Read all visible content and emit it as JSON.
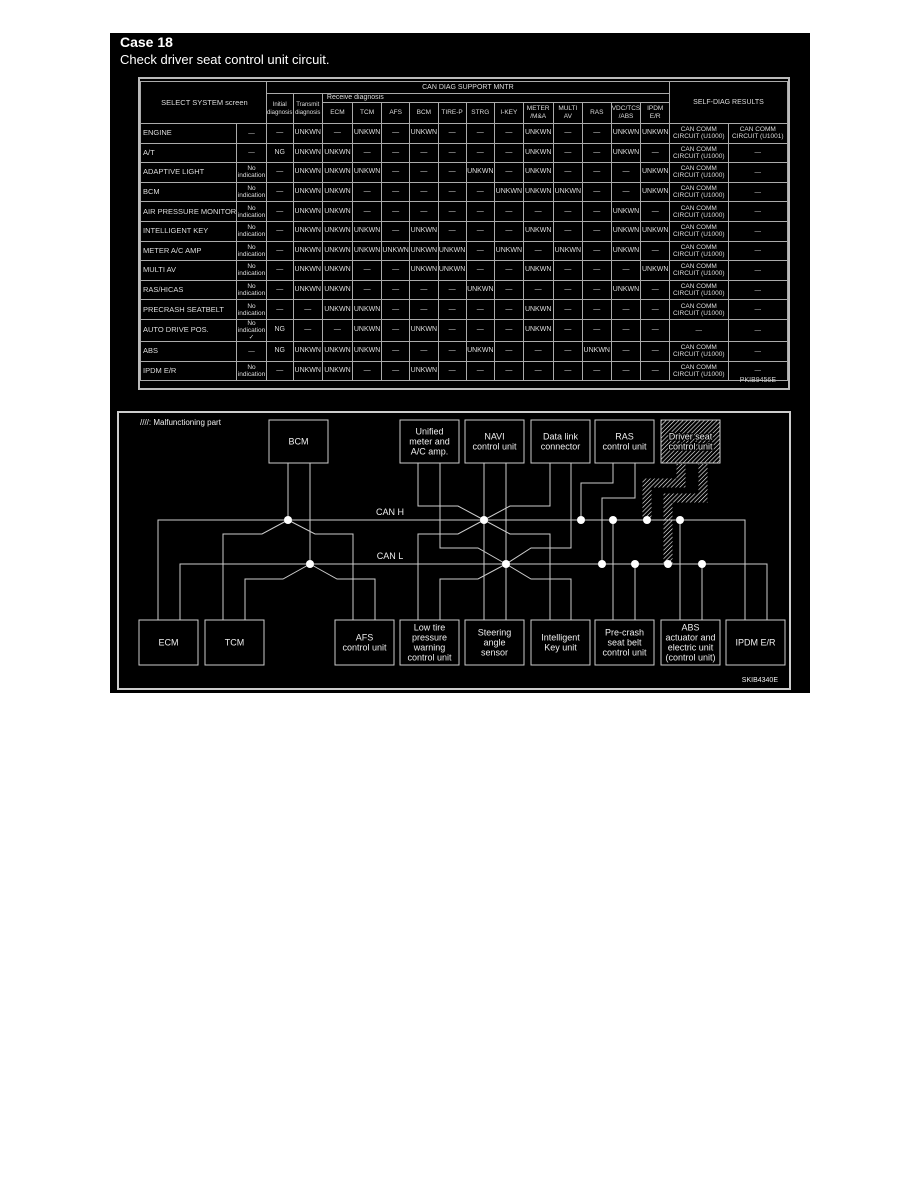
{
  "case": {
    "title": "Case 18",
    "subtitle": "Check driver seat control unit circuit."
  },
  "table": {
    "header": {
      "select_system": "SELECT SYSTEM screen",
      "can_diag": "CAN DIAG SUPPORT MNTR",
      "receive": "Receive diagnosis",
      "initial": "Initial diagnosis",
      "transmit": "Transmit diagnosis",
      "self_diag": "SELF-DIAG RESULTS",
      "receive_cols": [
        "ECM",
        "TCM",
        "AFS",
        "BCM",
        "TIRE-P",
        "STRG",
        "I-KEY",
        "METER /M&A",
        "MULTI AV",
        "RAS",
        "VDC/TCS /ABS",
        "IPDM E/R"
      ]
    },
    "rows": [
      {
        "system": "ENGINE",
        "cells": [
          "—",
          "—",
          "UNKWN",
          "—",
          "UNKWN",
          "—",
          "UNKWN",
          "—",
          "—",
          "—",
          "UNKWN",
          "—",
          "—",
          "UNKWN",
          "UNKWN",
          "CAN COMM CIRCUIT (U1000)",
          "CAN COMM CIRCUIT (U1001)"
        ]
      },
      {
        "system": "A/T",
        "cells": [
          "—",
          "NG",
          "UNKWN",
          "UNKWN",
          "—",
          "—",
          "—",
          "—",
          "—",
          "—",
          "UNKWN",
          "—",
          "—",
          "UNKWN",
          "—",
          "CAN COMM CIRCUIT (U1000)",
          "—"
        ]
      },
      {
        "system": "ADAPTIVE LIGHT",
        "cells": [
          "No indication",
          "—",
          "UNKWN",
          "UNKWN",
          "UNKWN",
          "—",
          "—",
          "—",
          "UNKWN",
          "—",
          "UNKWN",
          "—",
          "—",
          "—",
          "UNKWN",
          "CAN COMM CIRCUIT (U1000)",
          "—"
        ]
      },
      {
        "system": "BCM",
        "cells": [
          "No indication",
          "—",
          "UNKWN",
          "UNKWN",
          "—",
          "—",
          "—",
          "—",
          "—",
          "UNKWN",
          "UNKWN",
          "UNKWN",
          "—",
          "—",
          "UNKWN",
          "CAN COMM CIRCUIT (U1000)",
          "—"
        ]
      },
      {
        "system": "AIR PRESSURE MONITOR",
        "cells": [
          "No indication",
          "—",
          "UNKWN",
          "UNKWN",
          "—",
          "—",
          "—",
          "—",
          "—",
          "—",
          "—",
          "—",
          "—",
          "UNKWN",
          "—",
          "CAN COMM CIRCUIT (U1000)",
          "—"
        ]
      },
      {
        "system": "INTELLIGENT KEY",
        "cells": [
          "No indication",
          "—",
          "UNKWN",
          "UNKWN",
          "UNKWN",
          "—",
          "UNKWN",
          "—",
          "—",
          "—",
          "UNKWN",
          "—",
          "—",
          "UNKWN",
          "UNKWN",
          "CAN COMM CIRCUIT (U1000)",
          "—"
        ]
      },
      {
        "system": "METER A/C AMP",
        "cells": [
          "No indication",
          "—",
          "UNKWN",
          "UNKWN",
          "UNKWN",
          "UNKWN",
          "UNKWN",
          "UNKWN",
          "—",
          "UNKWN",
          "—",
          "UNKWN",
          "—",
          "UNKWN",
          "—",
          "CAN COMM CIRCUIT (U1000)",
          "—"
        ]
      },
      {
        "system": "MULTI AV",
        "cells": [
          "No indication",
          "—",
          "UNKWN",
          "UNKWN",
          "—",
          "—",
          "UNKWN",
          "UNKWN",
          "—",
          "—",
          "UNKWN",
          "—",
          "—",
          "—",
          "UNKWN",
          "CAN COMM CIRCUIT (U1000)",
          "—"
        ]
      },
      {
        "system": "RAS/HICAS",
        "cells": [
          "No indication",
          "—",
          "UNKWN",
          "UNKWN",
          "—",
          "—",
          "—",
          "—",
          "UNKWN",
          "—",
          "—",
          "—",
          "—",
          "UNKWN",
          "—",
          "CAN COMM CIRCUIT (U1000)",
          "—"
        ]
      },
      {
        "system": "PRECRASH SEATBELT",
        "cells": [
          "No indication",
          "—",
          "—",
          "UNKWN",
          "UNKWN",
          "—",
          "—",
          "—",
          "—",
          "—",
          "UNKWN",
          "—",
          "—",
          "—",
          "—",
          "CAN COMM CIRCUIT (U1000)",
          "—"
        ]
      },
      {
        "system": "AUTO DRIVE POS.",
        "cells": [
          "No indication ✓",
          "NG",
          "—",
          "—",
          "UNKWN",
          "—",
          "UNKWN",
          "—",
          "—",
          "—",
          "UNKWN",
          "—",
          "—",
          "—",
          "—",
          "—",
          "—"
        ]
      },
      {
        "system": "ABS",
        "cells": [
          "—",
          "NG",
          "UNKWN",
          "UNKWN",
          "UNKWN",
          "—",
          "—",
          "—",
          "UNKWN",
          "—",
          "—",
          "—",
          "UNKWN",
          "—",
          "—",
          "CAN COMM CIRCUIT (U1000)",
          "—"
        ]
      },
      {
        "system": "IPDM E/R",
        "cells": [
          "No indication",
          "—",
          "UNKWN",
          "UNKWN",
          "—",
          "—",
          "UNKWN",
          "—",
          "—",
          "—",
          "—",
          "—",
          "—",
          "—",
          "—",
          "CAN COMM CIRCUIT (U1000)",
          "—"
        ]
      }
    ],
    "code": "PKIB9456E"
  },
  "diagram": {
    "legend": "////: Malfunctioning part",
    "can_h": "CAN H",
    "can_l": "CAN L",
    "top_units": [
      [
        "BCM"
      ],
      [
        "Unified",
        "meter and",
        "A/C amp."
      ],
      [
        "NAVI",
        "control unit"
      ],
      [
        "Data link",
        "connector"
      ],
      [
        "RAS",
        "control unit"
      ],
      [
        "Driver seat",
        "control unit"
      ]
    ],
    "bottom_units": [
      [
        "ECM"
      ],
      [
        "TCM"
      ],
      [
        "AFS",
        "control unit"
      ],
      [
        "Low tire",
        "pressure",
        "warning",
        "control unit"
      ],
      [
        "Steering",
        "angle",
        "sensor"
      ],
      [
        "Intelligent",
        "Key unit"
      ],
      [
        "Pre-crash",
        "seat belt",
        "control unit"
      ],
      [
        "ABS",
        "actuator and",
        "electric unit",
        "(control unit)"
      ],
      [
        "IPDM E/R"
      ]
    ],
    "malfunctioning_unit": "Driver seat control unit",
    "code": "SKIB4340E"
  }
}
